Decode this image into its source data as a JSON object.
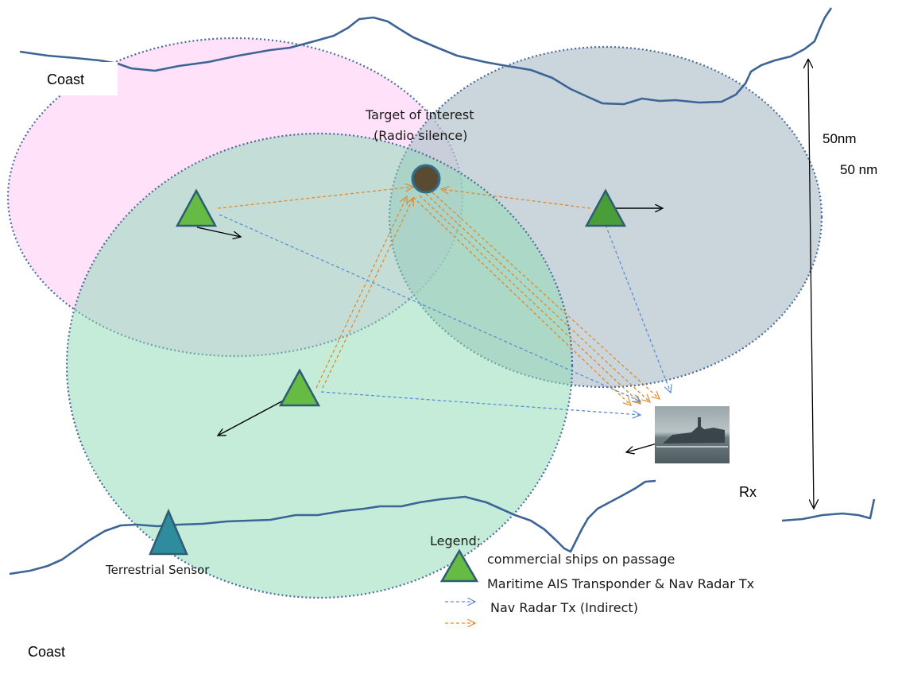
{
  "labels": {
    "coast_top": "Coast",
    "coast_bottom": "Coast",
    "target_line1": "Target of interest",
    "target_line2": "(Radio silence)",
    "range_a": "50nm",
    "range_b": "50 nm",
    "rx": "Rx",
    "terrestrial": "Terrestrial Sensor"
  },
  "legend": {
    "title": "Legend:",
    "ships": "commercial ships  on passage",
    "ais": "Maritime AIS Transponder  & Nav Radar Tx",
    "radar_indirect": "Nav Radar Tx (Indirect)"
  },
  "colors": {
    "pink_zone": "#ffc8f5",
    "blue_zone": "#b4c5cc",
    "green_zone": "#8cd9b4",
    "ship": "#66bb44",
    "ship_dark": "#4a9e3a",
    "sensor": "#2e8c9c",
    "target": "#594a32",
    "coast": "#3c6496",
    "ais_arrow": "#5b8fd6",
    "radar_arrow": "#e08a2c"
  },
  "icons": {
    "ship": "triangle-icon",
    "sensor": "triangle-icon",
    "target": "circle-icon",
    "rx": "warship-photo"
  }
}
